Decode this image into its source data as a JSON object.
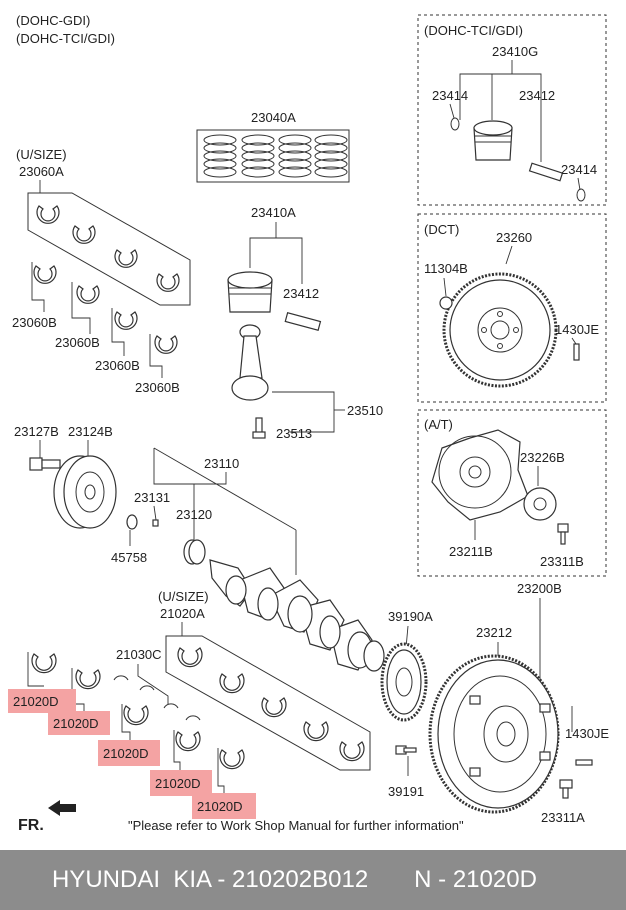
{
  "engine_variants": [
    "(DOHC-GDI)",
    "(DOHC-TCI/GDI)"
  ],
  "panels": {
    "tci": "(DOHC-TCI/GDI)",
    "dct": "(DCT)",
    "at": "(A/T)",
    "usize_top": "(U/SIZE)",
    "usize_bottom": "(U/SIZE)"
  },
  "labels": {
    "p23040A": "23040A",
    "p23060A": "23060A",
    "p23060B_1": "23060B",
    "p23060B_2": "23060B",
    "p23060B_3": "23060B",
    "p23060B_4": "23060B",
    "p23410A": "23410A",
    "p23412": "23412",
    "p23510": "23510",
    "p23513": "23513",
    "p23410G": "23410G",
    "p23414_a": "23414",
    "p23412_tci": "23412",
    "p23414_b": "23414",
    "p23260": "23260",
    "p11304B": "11304B",
    "p1430JE_a": "1430JE",
    "p23226B": "23226B",
    "p23211B": "23211B",
    "p23311B": "23311B",
    "p23127B": "23127B",
    "p23124B": "23124B",
    "p23110": "23110",
    "p23131": "23131",
    "p23120": "23120",
    "p45758": "45758",
    "p21020A": "21020A",
    "p21030C": "21030C",
    "p39190A": "39190A",
    "p39191": "39191",
    "p23200B": "23200B",
    "p23212": "23212",
    "p1430JE_b": "1430JE",
    "p23311A": "23311A"
  },
  "highlighted_part": "21020D",
  "highlight_labels": [
    "21020D",
    "21020D",
    "21020D",
    "21020D",
    "21020D"
  ],
  "fr_label": "FR.",
  "note": "\"Please refer to Work Shop Manual for further information\"",
  "footer": {
    "brand": "HYUNDAI  KIA - 210202B012",
    "part": "N - 21020D"
  },
  "colors": {
    "highlight": "#f4a3a3",
    "footer_bg": "#8c8c8c",
    "footer_text": "#ffffff"
  }
}
